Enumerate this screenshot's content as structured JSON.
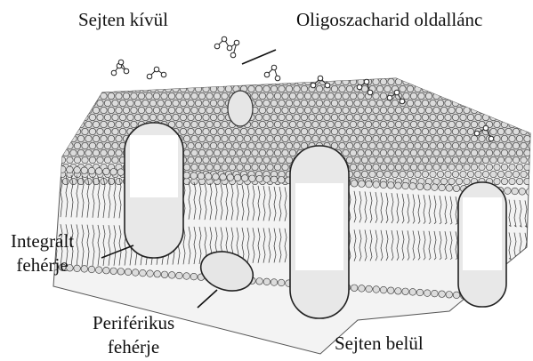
{
  "labels": {
    "outside": "Sejten kívül",
    "oligo": "Oligoszacharid oldallánc",
    "integral_line1": "Integrált",
    "integral_line2": "fehérje",
    "peripheral_line1": "Periférikus",
    "peripheral_line2": "fehérje",
    "inside": "Sejten belül"
  },
  "colors": {
    "ink": "#111111",
    "head_fill": "#dcdcdc",
    "head_stroke": "#333333",
    "protein_fill": "#e6e6e6",
    "protein_light": "#ffffff",
    "edge_fill": "#ffffff"
  },
  "icons": [
    "oligosaccharide-chain-icon",
    "phospholipid-head-icon"
  ]
}
